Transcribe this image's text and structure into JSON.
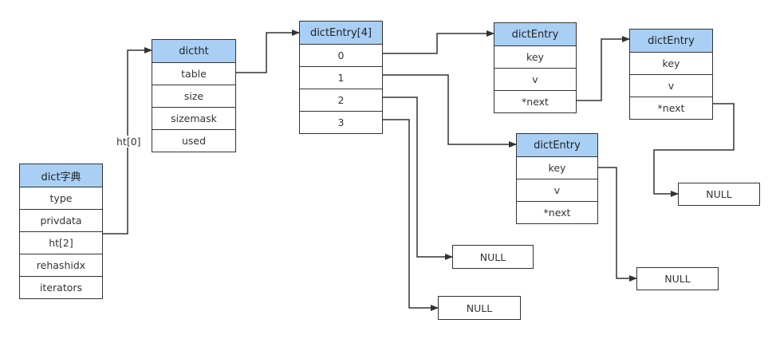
{
  "dict": {
    "title": "dict字典",
    "fields": [
      "type",
      "privdata",
      "ht[2]",
      "rehashidx",
      "iterators"
    ]
  },
  "edge_label": "ht[0]",
  "dictht": {
    "title": "dictht",
    "fields": [
      "table",
      "size",
      "sizemask",
      "used"
    ]
  },
  "table": {
    "title": "dictEntry[4]",
    "slots": [
      "0",
      "1",
      "2",
      "3"
    ]
  },
  "entry_a": {
    "title": "dictEntry",
    "fields": [
      "key",
      "v",
      "*next"
    ]
  },
  "entry_b": {
    "title": "dictEntry",
    "fields": [
      "key",
      "v",
      "*next"
    ]
  },
  "entry_c": {
    "title": "dictEntry",
    "fields": [
      "key",
      "v",
      "*next"
    ]
  },
  "nulls": {
    "n1": "NULL",
    "n2": "NULL",
    "n3": "NULL",
    "n4": "NULL"
  },
  "colors": {
    "header_fill": "#a9cff5",
    "line": "#333333"
  }
}
